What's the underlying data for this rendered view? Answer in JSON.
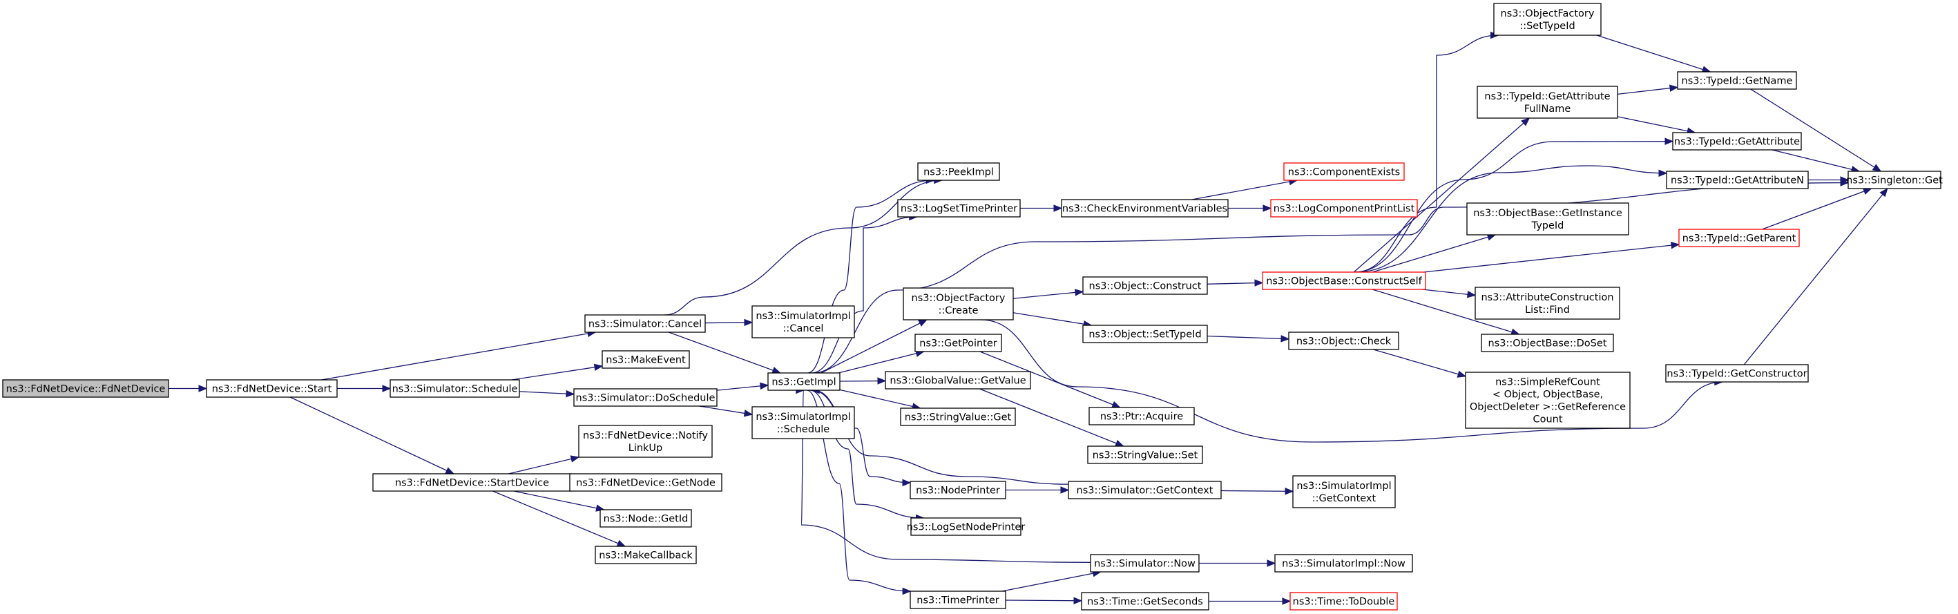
{
  "nodes": [
    {
      "id": "fdctor",
      "lines": [
        "ns3::FdNetDevice::FdNetDevice"
      ],
      "root": true
    },
    {
      "id": "start",
      "lines": [
        "ns3::FdNetDevice::Start"
      ]
    },
    {
      "id": "simcancel",
      "lines": [
        "ns3::Simulator::Cancel"
      ]
    },
    {
      "id": "simschedule",
      "lines": [
        "ns3::Simulator::Schedule"
      ]
    },
    {
      "id": "makeevent",
      "lines": [
        "ns3::MakeEvent"
      ]
    },
    {
      "id": "doschedule",
      "lines": [
        "ns3::Simulator::DoSchedule"
      ]
    },
    {
      "id": "startdevice",
      "lines": [
        "ns3::FdNetDevice::StartDevice"
      ]
    },
    {
      "id": "notify",
      "lines": [
        "ns3::FdNetDevice::Notify",
        "LinkUp"
      ]
    },
    {
      "id": "getnode",
      "lines": [
        "ns3::FdNetDevice::GetNode"
      ]
    },
    {
      "id": "nodegetid",
      "lines": [
        "ns3::Node::GetId"
      ]
    },
    {
      "id": "makecallback",
      "lines": [
        "ns3::MakeCallback"
      ]
    },
    {
      "id": "implcancel",
      "lines": [
        "ns3::SimulatorImpl",
        "::Cancel"
      ]
    },
    {
      "id": "getimpl",
      "lines": [
        "ns3::GetImpl"
      ]
    },
    {
      "id": "implschedule",
      "lines": [
        "ns3::SimulatorImpl",
        "::Schedule"
      ]
    },
    {
      "id": "peekimpl",
      "lines": [
        "ns3::PeekImpl"
      ]
    },
    {
      "id": "logsettime",
      "lines": [
        "ns3::LogSetTimePrinter"
      ]
    },
    {
      "id": "ofcreate",
      "lines": [
        "ns3::ObjectFactory",
        "::Create"
      ]
    },
    {
      "id": "getpointer",
      "lines": [
        "ns3::GetPointer"
      ]
    },
    {
      "id": "gvgetvalue",
      "lines": [
        "ns3::GlobalValue::GetValue"
      ]
    },
    {
      "id": "svget",
      "lines": [
        "ns3::StringValue::Get"
      ]
    },
    {
      "id": "nodeprinter",
      "lines": [
        "ns3::NodePrinter"
      ]
    },
    {
      "id": "logsetnode",
      "lines": [
        "ns3::LogSetNodePrinter"
      ]
    },
    {
      "id": "timeprinter",
      "lines": [
        "ns3::TimePrinter"
      ]
    },
    {
      "id": "checkenv",
      "lines": [
        "ns3::CheckEnvironmentVariables"
      ]
    },
    {
      "id": "objconstruct",
      "lines": [
        "ns3::Object::Construct"
      ]
    },
    {
      "id": "objsettypeid",
      "lines": [
        "ns3::Object::SetTypeId"
      ]
    },
    {
      "id": "ptracquire",
      "lines": [
        "ns3::Ptr::Acquire"
      ]
    },
    {
      "id": "svset",
      "lines": [
        "ns3::StringValue::Set"
      ]
    },
    {
      "id": "simgetcontext",
      "lines": [
        "ns3::Simulator::GetContext"
      ]
    },
    {
      "id": "simnow",
      "lines": [
        "ns3::Simulator::Now"
      ]
    },
    {
      "id": "timegetseconds",
      "lines": [
        "ns3::Time::GetSeconds"
      ]
    },
    {
      "id": "compexists",
      "lines": [
        "ns3::ComponentExists"
      ],
      "red": true
    },
    {
      "id": "logcompprint",
      "lines": [
        "ns3::LogComponentPrintList"
      ],
      "red": true
    },
    {
      "id": "constructself",
      "lines": [
        "ns3::ObjectBase::ConstructSelf"
      ],
      "red": true
    },
    {
      "id": "objcheck",
      "lines": [
        "ns3::Object::Check"
      ]
    },
    {
      "id": "implgetcontext",
      "lines": [
        "ns3::SimulatorImpl",
        "::GetContext"
      ]
    },
    {
      "id": "implnow",
      "lines": [
        "ns3::SimulatorImpl::Now"
      ]
    },
    {
      "id": "timetodouble",
      "lines": [
        "ns3::Time::ToDouble"
      ],
      "red": true
    },
    {
      "id": "ofsettypeid",
      "lines": [
        "ns3::ObjectFactory",
        "::SetTypeId"
      ]
    },
    {
      "id": "getattrfullname",
      "lines": [
        "ns3::TypeId::GetAttribute",
        "FullName"
      ]
    },
    {
      "id": "getinstancetypeid",
      "lines": [
        "ns3::ObjectBase::GetInstance",
        "TypeId"
      ]
    },
    {
      "id": "attrconstructfind",
      "lines": [
        "ns3::AttributeConstruction",
        "List::Find"
      ]
    },
    {
      "id": "dosset",
      "lines": [
        "ns3::ObjectBase::DoSet"
      ]
    },
    {
      "id": "simplerefcount",
      "lines": [
        "ns3::SimpleRefCount",
        "< Object, ObjectBase,",
        " ObjectDeleter >::GetReference",
        "Count"
      ]
    },
    {
      "id": "typeidgetname",
      "lines": [
        "ns3::TypeId::GetName"
      ]
    },
    {
      "id": "typeidgetattr",
      "lines": [
        "ns3::TypeId::GetAttribute"
      ]
    },
    {
      "id": "typeidgetattrn",
      "lines": [
        "ns3::TypeId::GetAttributeN"
      ]
    },
    {
      "id": "typeidgetparent",
      "lines": [
        "ns3::TypeId::GetParent"
      ],
      "red": true
    },
    {
      "id": "typeidgetctor",
      "lines": [
        "ns3::TypeId::GetConstructor"
      ]
    },
    {
      "id": "singletonget",
      "lines": [
        "ns3::Singleton::Get"
      ]
    }
  ]
}
